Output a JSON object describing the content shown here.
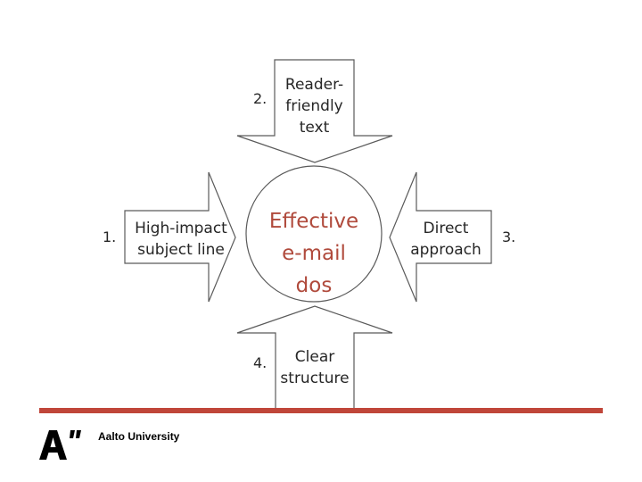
{
  "diagram": {
    "center": {
      "line1": "Effective",
      "line2": "e-mail",
      "line3": "dos"
    },
    "arrows": {
      "top": {
        "number": "2.",
        "line1": "Reader-",
        "line2": "friendly",
        "line3": "text"
      },
      "left": {
        "number": "1.",
        "line1": "High-impact",
        "line2": "subject line"
      },
      "right": {
        "number": "3.",
        "line1": "Direct",
        "line2": "approach"
      },
      "bottom": {
        "number": "4.",
        "line1": "Clear",
        "line2": "structure"
      }
    }
  },
  "footer": {
    "logo_text": "Aalto University",
    "rule_color": "#c0463a"
  },
  "colors": {
    "center_text": "#b04a3c",
    "outline": "#5a5a5a"
  }
}
